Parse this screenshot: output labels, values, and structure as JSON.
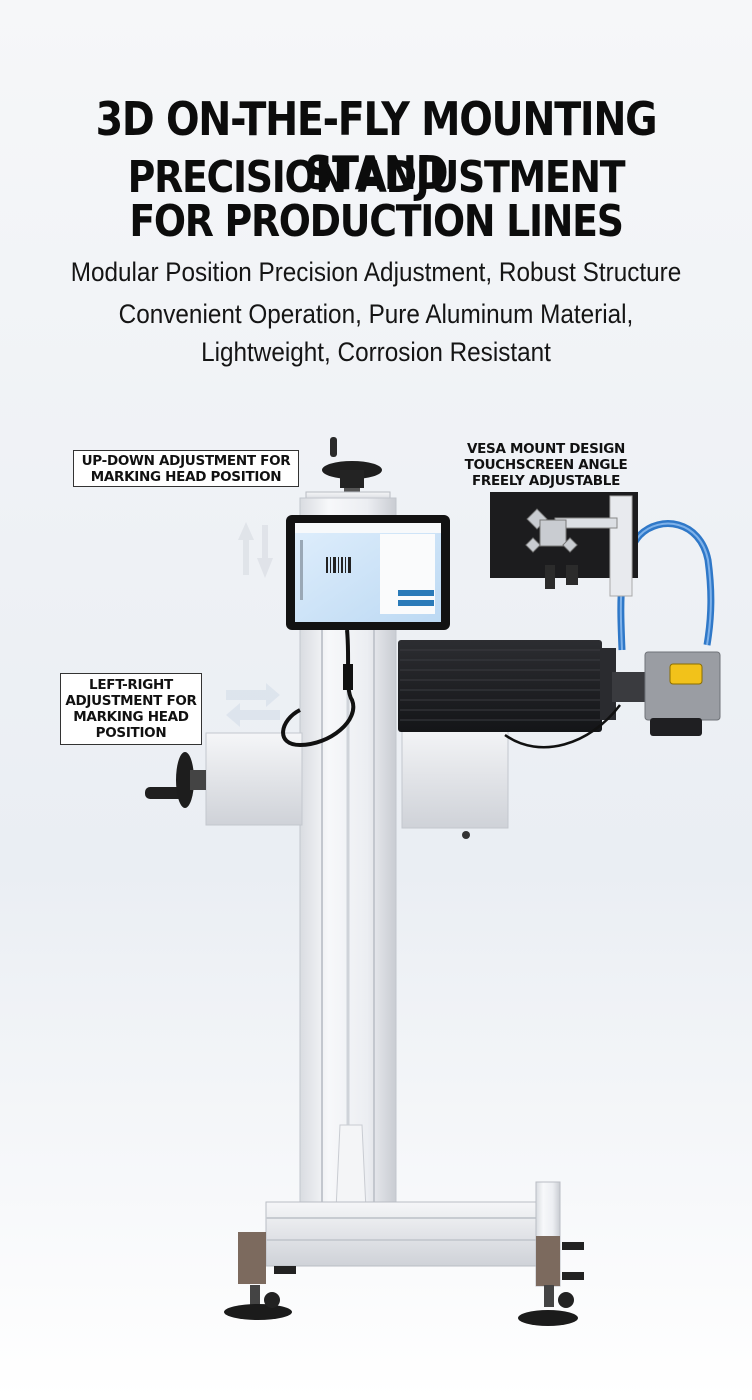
{
  "headline": {
    "line1": "3D ON-THE-FLY MOUNTING STAND",
    "line2": "PRECISION ADJUSTMENT",
    "line3": "FOR PRODUCTION LINES"
  },
  "subtitle": {
    "line1": "Modular Position Precision Adjustment, Robust Structure",
    "line2": "Convenient Operation, Pure Aluminum Material,",
    "line3": "Lightweight, Corrosion Resistant"
  },
  "callouts": {
    "updown": {
      "line1": "UP-DOWN ADJUSTMENT FOR",
      "line2": "MARKING HEAD POSITION"
    },
    "leftright": {
      "line1": "LEFT-RIGHT",
      "line2": "ADJUSTMENT FOR",
      "line3": "MARKING HEAD",
      "line4": "POSITION"
    },
    "vesa": {
      "line1": "VESA MOUNT DESIGN",
      "line2": "TOUCHSCREEN ANGLE",
      "line3": "FREELY ADJUSTABLE"
    }
  },
  "colors": {
    "title_text": "#0c0c0c",
    "cable_blue": "#2f78c8",
    "laser_body": "#1c1d20",
    "laser_window": "#f2c21a",
    "stand_aluminum": "#e8eaee"
  },
  "icons": [
    "up-down-arrows-icon",
    "left-right-arrows-icon"
  ]
}
